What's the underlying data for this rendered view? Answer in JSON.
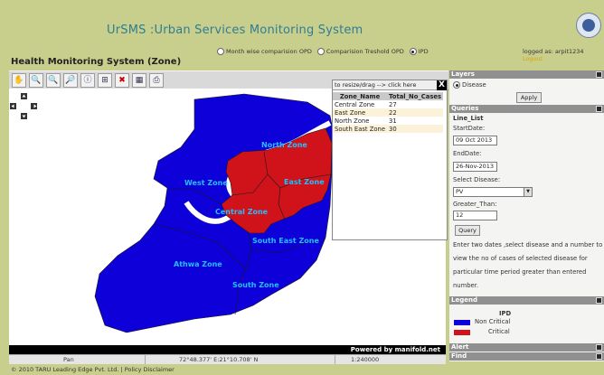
{
  "header": {
    "app_title": "UrSMS :Urban Services Monitoring System",
    "page_title": "Health Monitoring System (Zone)",
    "logged_in": "logged as: arpit1234",
    "logout": "Logout",
    "report_options": [
      {
        "label": "Month wise comparision OPD",
        "selected": false
      },
      {
        "label": "Comparision Treshold OPD",
        "selected": false
      },
      {
        "label": "IPD",
        "selected": true
      }
    ]
  },
  "toolbar": {
    "tools": [
      "pan-icon",
      "zoom-in-icon",
      "zoom-out-icon",
      "zoom-extent-icon",
      "identify-icon",
      "select-icon",
      "clear-icon",
      "table-icon",
      "print-icon"
    ]
  },
  "map": {
    "zones": [
      {
        "name": "North Zone",
        "category": "Non Critical"
      },
      {
        "name": "West Zone",
        "category": "Non Critical"
      },
      {
        "name": "East Zone",
        "category": "Critical"
      },
      {
        "name": "Central Zone",
        "category": "Critical"
      },
      {
        "name": "South East Zone",
        "category": "Non Critical"
      },
      {
        "name": "Athwa Zone",
        "category": "Non Critical"
      },
      {
        "name": "South Zone",
        "category": "Non Critical"
      }
    ],
    "powered_by": "Powered by manifold.net",
    "colors": {
      "critical": "#d0121b",
      "non_critical": "#0d00d8",
      "label": "#22c0ff"
    }
  },
  "status": {
    "mode": "Pan",
    "coords": "72°48.377' E:21°10.708' N",
    "scale": "1:240000"
  },
  "footer": "© 2010 TARU Leading Edge Pvt. Ltd. | Policy Disclaimer",
  "popup": {
    "drag_hint": "to resize/drag --> click here",
    "close": "X",
    "columns": [
      "Zone_Name",
      "Total_No_Cases"
    ],
    "rows": [
      [
        "Central Zone",
        "27"
      ],
      [
        "East Zone",
        "22"
      ],
      [
        "North Zone",
        "31"
      ],
      [
        "South East Zone",
        "30"
      ]
    ]
  },
  "panel": {
    "layers_title": "Layers",
    "layer_item": "Disease",
    "apply": "Apply",
    "queries_title": "Queries",
    "line_list": "Line_List",
    "start_label": "StartDate:",
    "start_value": "09 Oct 2013",
    "end_label": "EndDate:",
    "end_value": "26-Nov-2013",
    "disease_label": "Select Disease:",
    "disease_value": "PV",
    "greater_label": "Greater_Than:",
    "greater_value": "12",
    "query_btn": "Query",
    "help_lines": [
      "Enter two dates ,select disease and a number to",
      "view the no of cases of selected disease for",
      "particular time period greater than entered",
      "number."
    ],
    "legend_title": "Legend",
    "legend_heading": "IPD",
    "legend_items": [
      {
        "label": "Non Critical",
        "color": "#0d00d8"
      },
      {
        "label": "Critical",
        "color": "#d0121b"
      }
    ],
    "alert_title": "Alert",
    "find_title": "Find"
  }
}
